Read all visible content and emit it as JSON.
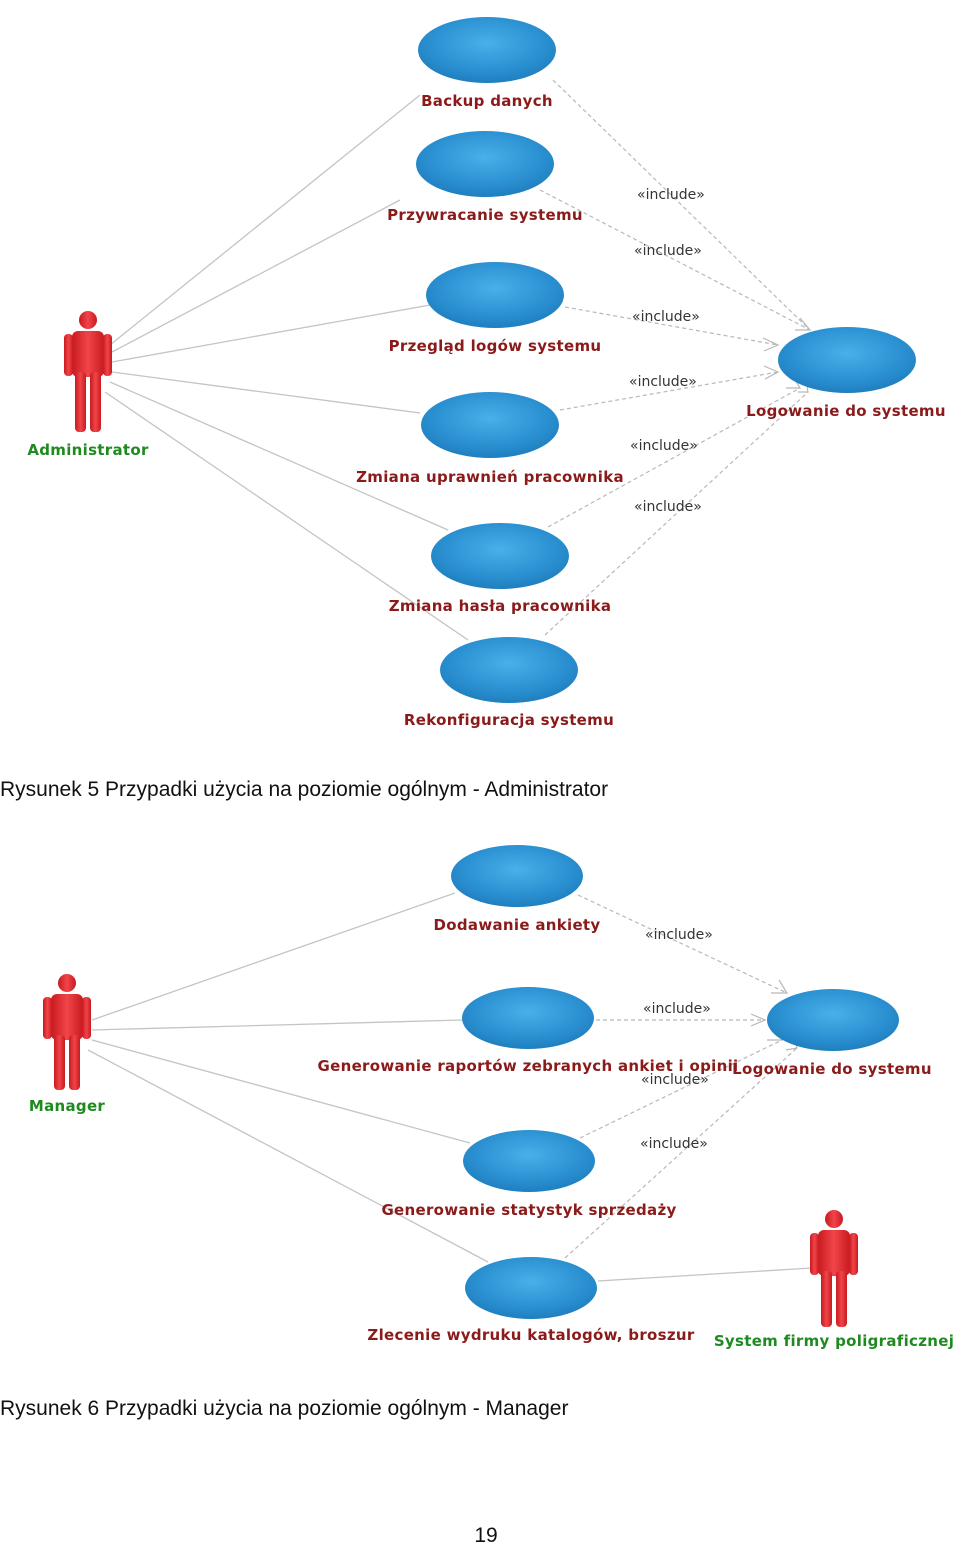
{
  "figure5": {
    "caption": "Rysunek 5 Przypadki użycia na poziomie ogólnym - Administrator",
    "actor": "Administrator",
    "target_use_case": "Logowanie do systemu",
    "use_cases": [
      "Backup danych",
      "Przywracanie systemu",
      "Przegląd logów systemu",
      "Zmiana uprawnień pracownika",
      "Zmiana hasła pracownika",
      "Rekonfiguracja systemu"
    ],
    "include_labels": [
      "«include»",
      "«include»",
      "«include»",
      "«include»",
      "«include»",
      "«include»"
    ]
  },
  "figure6": {
    "caption": "Rysunek 6 Przypadki użycia na poziomie ogólnym - Manager",
    "actor": "Manager",
    "external_actor": "System firmy poligraficznej",
    "target_use_case": "Logowanie do systemu",
    "use_cases": [
      "Dodawanie ankiety",
      "Generowanie raportów zebranych ankiet i opinii",
      "Generowanie statystyk sprzedaży",
      "Zlecenie wydruku katalogów, broszur"
    ],
    "include_labels": [
      "«include»",
      "«include»",
      "«include»",
      "«include»"
    ]
  },
  "page_number": "19",
  "colors": {
    "use_case_fill": "#2a8fd0",
    "actor_fill": "#e0252a",
    "use_case_text": "#8b1a1a",
    "actor_text": "#1f8a1f"
  }
}
